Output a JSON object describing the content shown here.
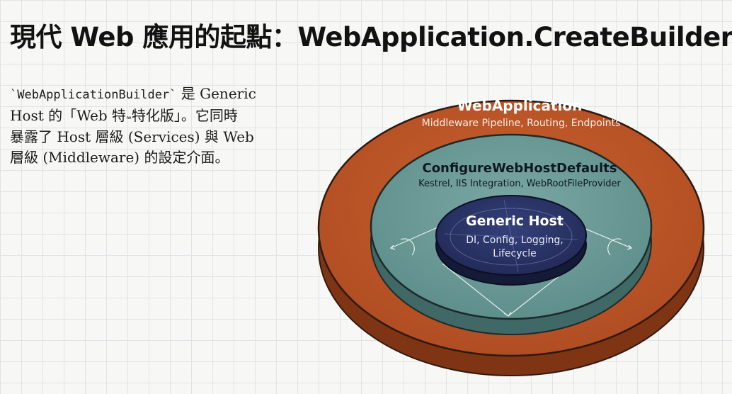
{
  "header": {
    "title": "現代 Web 應用的起點：WebApplication.CreateBuilder"
  },
  "description": {
    "code": "`WebApplicationBuilder`",
    "line1_rest": " 是 Generic",
    "line2_a": "Host 的「Web 特",
    "glyph": "៳",
    "line2_b": "特化版」。它同時",
    "line3": "暴露了 Host 層級 (Services) 與 Web",
    "line4": "層級 (Middleware) 的設定介面。"
  },
  "diagram": {
    "layers": [
      {
        "title": "WebApplication",
        "subtitle": "Middleware Pipeline, Routing, Endpoints",
        "color": "#b65226"
      },
      {
        "title": "ConfigureWebHostDefaults",
        "subtitle": "Kestrel, IIS Integration, WebRootFileProvider",
        "color": "#6b9896"
      },
      {
        "title": "Generic Host",
        "subtitle_line1": "DI, Config, Logging,",
        "subtitle_line2": "Lifecycle",
        "color": "#283261"
      }
    ]
  }
}
